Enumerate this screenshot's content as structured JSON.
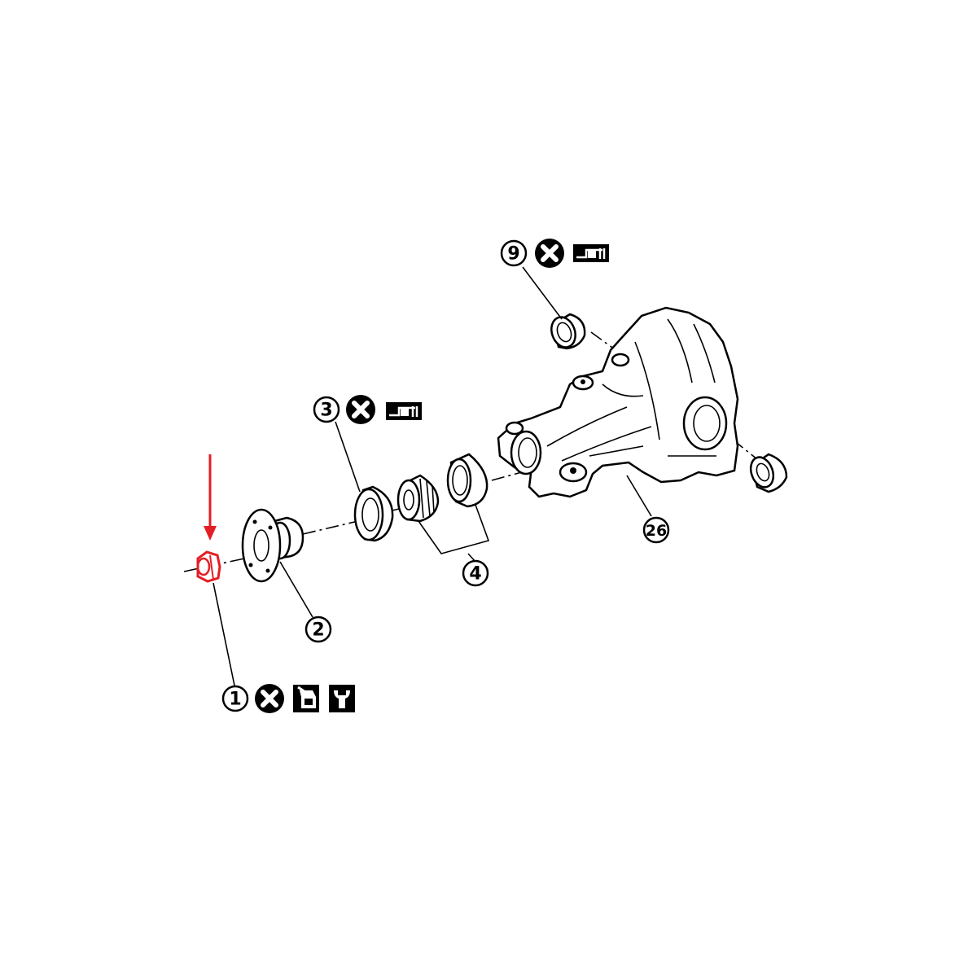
{
  "diagram": {
    "callouts": [
      {
        "id": "c1",
        "number": "1",
        "icons": [
          "replace-x-icon",
          "oil-can-icon",
          "torque-wrench-icon"
        ]
      },
      {
        "id": "c2",
        "number": "2",
        "icons": []
      },
      {
        "id": "c3",
        "number": "3",
        "icons": [
          "replace-x-icon",
          "press-tool-icon"
        ]
      },
      {
        "id": "c4",
        "number": "4",
        "icons": []
      },
      {
        "id": "c9",
        "number": "9",
        "icons": [
          "replace-x-icon",
          "press-tool-icon"
        ]
      },
      {
        "id": "c26",
        "number": "26",
        "icons": []
      }
    ],
    "highlight": {
      "part": "1",
      "color": "#e31e24"
    },
    "colors": {
      "line": "#000000",
      "highlight": "#e31e24",
      "background": "#ffffff"
    }
  }
}
